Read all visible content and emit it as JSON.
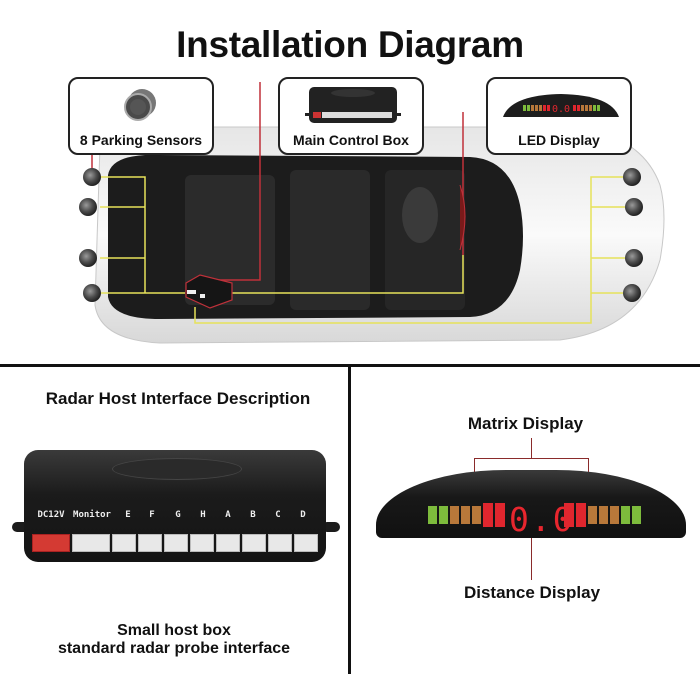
{
  "title": "Installation Diagram",
  "callouts": {
    "sensors": {
      "label": "8 Parking Sensors",
      "icon": "parking-sensor-icon"
    },
    "control_box": {
      "label": "Main Control Box",
      "icon": "control-box-icon"
    },
    "led_display": {
      "label": "LED Display",
      "icon": "led-display-icon"
    }
  },
  "car": {
    "sensor_count": 8,
    "front_sensors": 4,
    "rear_sensors": 4,
    "wire_color_sensor": "#e6e25a",
    "wire_color_display": "#c0313a"
  },
  "left_section": {
    "heading": "Radar Host Interface Description",
    "ports": [
      "DC12V",
      "Monitor",
      "E",
      "F",
      "G",
      "H",
      "A",
      "B",
      "C",
      "D"
    ],
    "caption_line1": "Small host box",
    "caption_line2": "standard radar probe interface"
  },
  "right_section": {
    "matrix_label": "Matrix Display",
    "distance_label": "Distance Display",
    "distance_value": "0.0",
    "led_colors": {
      "green": "#7dbb3c",
      "orange": "#b8783a",
      "red": "#e0262e"
    },
    "left_bar": [
      "green",
      "green",
      "orange",
      "orange",
      "orange",
      "red",
      "red"
    ],
    "right_bar": [
      "red",
      "red",
      "orange",
      "orange",
      "orange",
      "green",
      "green"
    ]
  }
}
